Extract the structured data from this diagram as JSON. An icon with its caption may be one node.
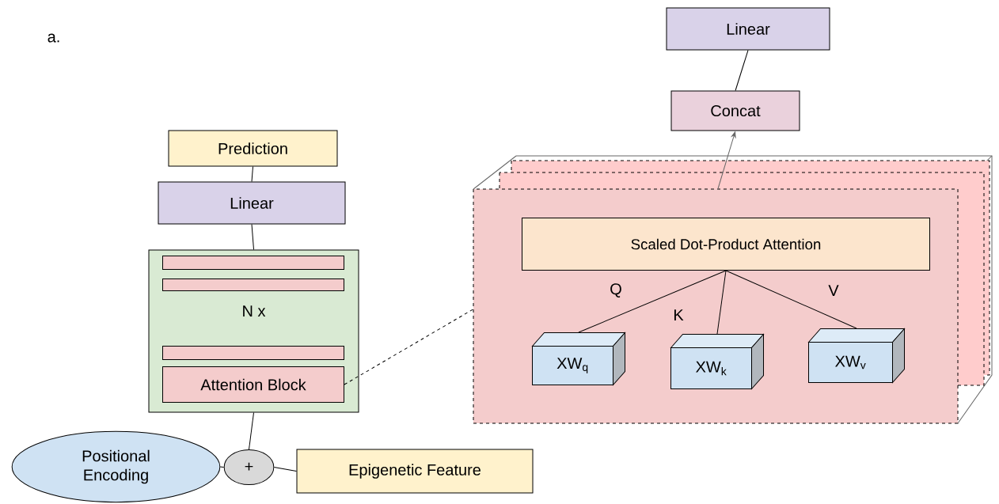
{
  "diagram": {
    "nodes": [
      {
        "text": [
          "Prediction"
        ]
      },
      {
        "text": [
          "Linear"
        ]
      },
      {
        "text": [
          "N x"
        ]
      },
      {
        "text": [],
        "shape": "bar",
        "in": 2
      },
      {
        "text": [],
        "shape": "bar",
        "in": 2
      },
      {
        "text": [],
        "shape": "bar",
        "in": 2
      },
      {
        "text": [
          "Attention Block"
        ],
        "in": 2
      },
      {
        "text": [
          "Positional Encoding"
        ]
      },
      {
        "text": [
          "+"
        ]
      },
      {
        "text": [
          "Epigenetic Feature"
        ]
      },
      {
        "text": [],
        "shape": "box"
      },
      {
        "text": [
          "Scaled Dot-Product Attention"
        ],
        "in": 10
      },
      {
        "text": [
          "XW$_{q}$"
        ],
        "in": 10
      },
      {
        "text": [
          "XW$_{k}$"
        ],
        "in": 10
      },
      {
        "text": [
          "XW$_{v}$"
        ],
        "in": 10
      },
      {
        "text": [
          "Concat"
        ]
      },
      {
        "text": [
          "Linear"
        ]
      }
    ],
    "edges": [
      {
        "from": 0,
        "to": 1,
        "arrow": "none"
      },
      {
        "from": 1,
        "to": 2,
        "arrow": "none"
      },
      {
        "from": 2,
        "to": 8,
        "arrow": "none"
      },
      {
        "from": 7,
        "to": 8,
        "arrow": "none"
      },
      {
        "from": 8,
        "to": 9,
        "arrow": "none"
      },
      {
        "from": 6,
        "to": 10,
        "arrow": "none",
        "style": "dashed"
      },
      {
        "from": 10,
        "to": 15,
        "arrow": "to",
        "color": "#666666"
      },
      {
        "from": 15,
        "to": 16,
        "arrow": "none"
      },
      {
        "from": 11,
        "to": 12,
        "arrow": "none"
      },
      {
        "from": 11,
        "to": 13,
        "arrow": "none"
      },
      {
        "from": 11,
        "to": 14,
        "arrow": "none"
      }
    ],
    "labels": [
      "a.",
      "Q",
      "K",
      "V"
    ]
  }
}
